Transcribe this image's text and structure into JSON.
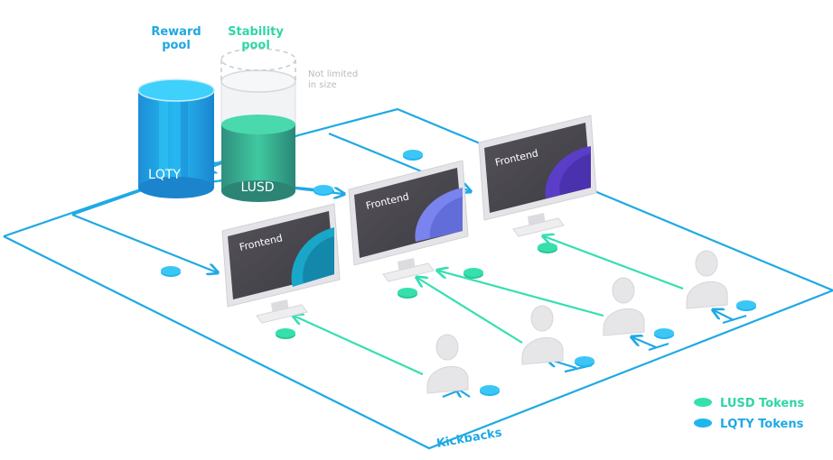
{
  "pools": {
    "reward": {
      "title_line1": "Reward",
      "title_line2": "pool",
      "token": "LQTY",
      "title_color": "#1ea7e1"
    },
    "stability": {
      "title_line1": "Stability",
      "title_line2": "pool",
      "token": "LUSD",
      "title_color": "#2fd6a5"
    },
    "note_line1": "Not limited",
    "note_line2": "in size"
  },
  "frontends": [
    {
      "label": "Frontend"
    },
    {
      "label": "Frontend"
    },
    {
      "label": "Frontend"
    }
  ],
  "bottom_label": "Kickbacks",
  "legend": [
    {
      "label": "LUSD Tokens",
      "color": "#35e0ad"
    },
    {
      "label": "LQTY Tokens",
      "color": "#1fb6ef"
    }
  ],
  "colors": {
    "line_blue": "#1fa9e4",
    "arrow_green": "#34dfb0",
    "token_lusd": "#35e0ad",
    "token_lqty": "#1fb6ef",
    "screen_dark": "#4a4850",
    "monitor_frame": "#e8e8ec",
    "user_grey": "#e6e6e8"
  },
  "icons": [
    "token-disc-icon",
    "user-icon",
    "arrow-icon"
  ]
}
